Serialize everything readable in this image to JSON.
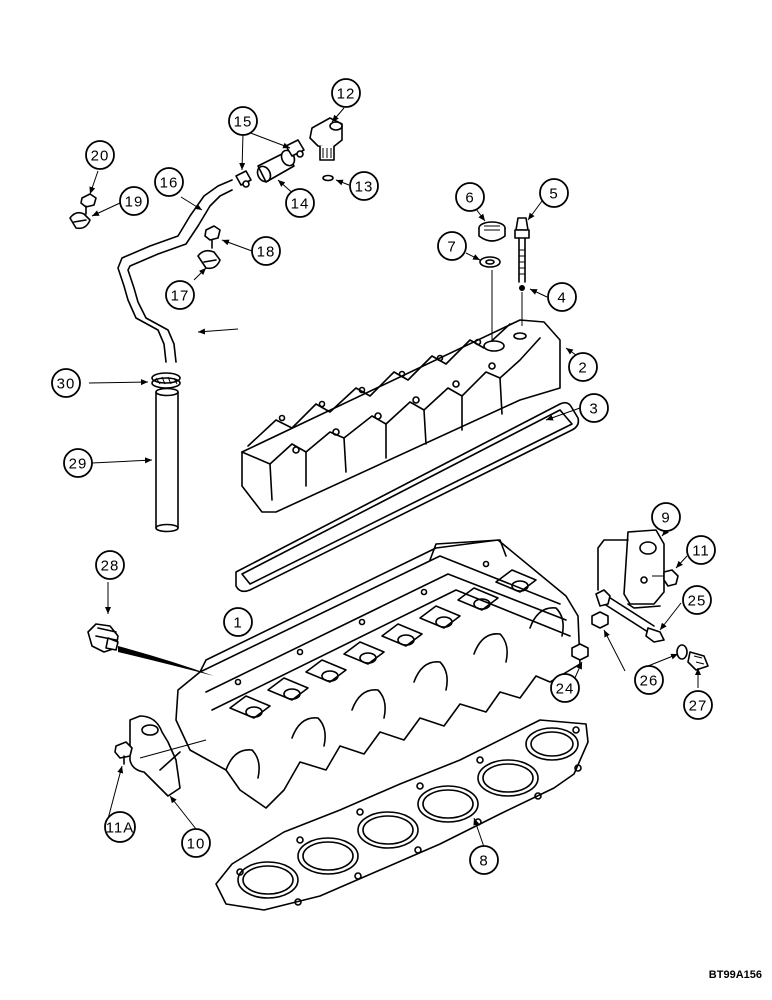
{
  "diagram": {
    "drawing_code": "BT99A156",
    "callouts": [
      {
        "label": "1"
      },
      {
        "label": "2"
      },
      {
        "label": "3"
      },
      {
        "label": "4"
      },
      {
        "label": "5"
      },
      {
        "label": "6"
      },
      {
        "label": "7"
      },
      {
        "label": "8"
      },
      {
        "label": "9"
      },
      {
        "label": "10"
      },
      {
        "label": "11"
      },
      {
        "label": "11A"
      },
      {
        "label": "12"
      },
      {
        "label": "13"
      },
      {
        "label": "14"
      },
      {
        "label": "15"
      },
      {
        "label": "16"
      },
      {
        "label": "17"
      },
      {
        "label": "18"
      },
      {
        "label": "19"
      },
      {
        "label": "20"
      },
      {
        "label": "24"
      },
      {
        "label": "25"
      },
      {
        "label": "26"
      },
      {
        "label": "27"
      },
      {
        "label": "28"
      },
      {
        "label": "29"
      },
      {
        "label": "30"
      }
    ]
  }
}
